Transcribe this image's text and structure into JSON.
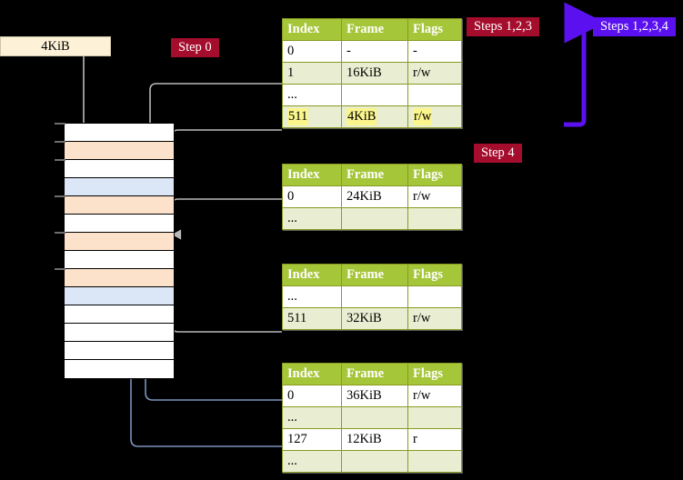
{
  "labels": {
    "size_box": "4KiB",
    "step0": "Step 0",
    "steps123": "Steps 1,2,3",
    "steps1234": "Steps 1,2,3,4",
    "step4": "Step 4"
  },
  "colors": {
    "header_green": "#a6c639",
    "row_alt": "#e9eed2",
    "highlight_yellow": "#faf58c",
    "badge_red": "#a50d2d",
    "badge_violet": "#5b11ef",
    "mem_orange": "#fde2cb",
    "mem_blue": "#dbe7f7",
    "cream": "#fdf2d8",
    "wire_grey": "#b9b9b9",
    "wire_blue": "#7a94bf"
  },
  "columns": [
    "Index",
    "Frame",
    "Flags"
  ],
  "tables": [
    {
      "name": "pml4-table",
      "rows": [
        {
          "cells": [
            "0",
            "-",
            "-"
          ],
          "style": "plain",
          "highlight": [
            false,
            false,
            false
          ]
        },
        {
          "cells": [
            "1",
            "16KiB",
            "r/w"
          ],
          "style": "alt",
          "highlight": [
            false,
            false,
            false
          ]
        },
        {
          "cells": [
            "...",
            "",
            ""
          ],
          "style": "plain",
          "highlight": [
            false,
            false,
            false
          ]
        },
        {
          "cells": [
            "511",
            "4KiB",
            "r/w"
          ],
          "style": "alt",
          "highlight": [
            true,
            true,
            true
          ]
        }
      ]
    },
    {
      "name": "pdpt-table",
      "rows": [
        {
          "cells": [
            "0",
            "24KiB",
            "r/w"
          ],
          "style": "plain",
          "highlight": [
            false,
            false,
            false
          ]
        },
        {
          "cells": [
            "...",
            "",
            ""
          ],
          "style": "alt",
          "highlight": [
            false,
            false,
            false
          ]
        }
      ]
    },
    {
      "name": "pd-table",
      "rows": [
        {
          "cells": [
            "...",
            "",
            ""
          ],
          "style": "plain",
          "highlight": [
            false,
            false,
            false
          ]
        },
        {
          "cells": [
            "511",
            "32KiB",
            "r/w"
          ],
          "style": "alt",
          "highlight": [
            false,
            false,
            false
          ]
        }
      ]
    },
    {
      "name": "pt-table",
      "rows": [
        {
          "cells": [
            "0",
            "36KiB",
            "r/w"
          ],
          "style": "plain",
          "highlight": [
            false,
            false,
            false
          ]
        },
        {
          "cells": [
            "...",
            "",
            ""
          ],
          "style": "alt",
          "highlight": [
            false,
            false,
            false
          ]
        },
        {
          "cells": [
            "127",
            "12KiB",
            "r"
          ],
          "style": "plain",
          "highlight": [
            false,
            false,
            false
          ]
        },
        {
          "cells": [
            "...",
            "",
            ""
          ],
          "style": "alt",
          "highlight": [
            false,
            false,
            false
          ]
        }
      ]
    }
  ],
  "memory": {
    "name": "physical-memory-column",
    "rows": [
      {
        "fill": "plain"
      },
      {
        "fill": "orange"
      },
      {
        "fill": "plain"
      },
      {
        "fill": "blue"
      },
      {
        "fill": "orange"
      },
      {
        "fill": "plain"
      },
      {
        "fill": "orange"
      },
      {
        "fill": "plain"
      },
      {
        "fill": "orange"
      },
      {
        "fill": "blue"
      },
      {
        "fill": "plain"
      },
      {
        "fill": "plain"
      },
      {
        "fill": "plain"
      },
      {
        "fill": "plain"
      }
    ]
  }
}
